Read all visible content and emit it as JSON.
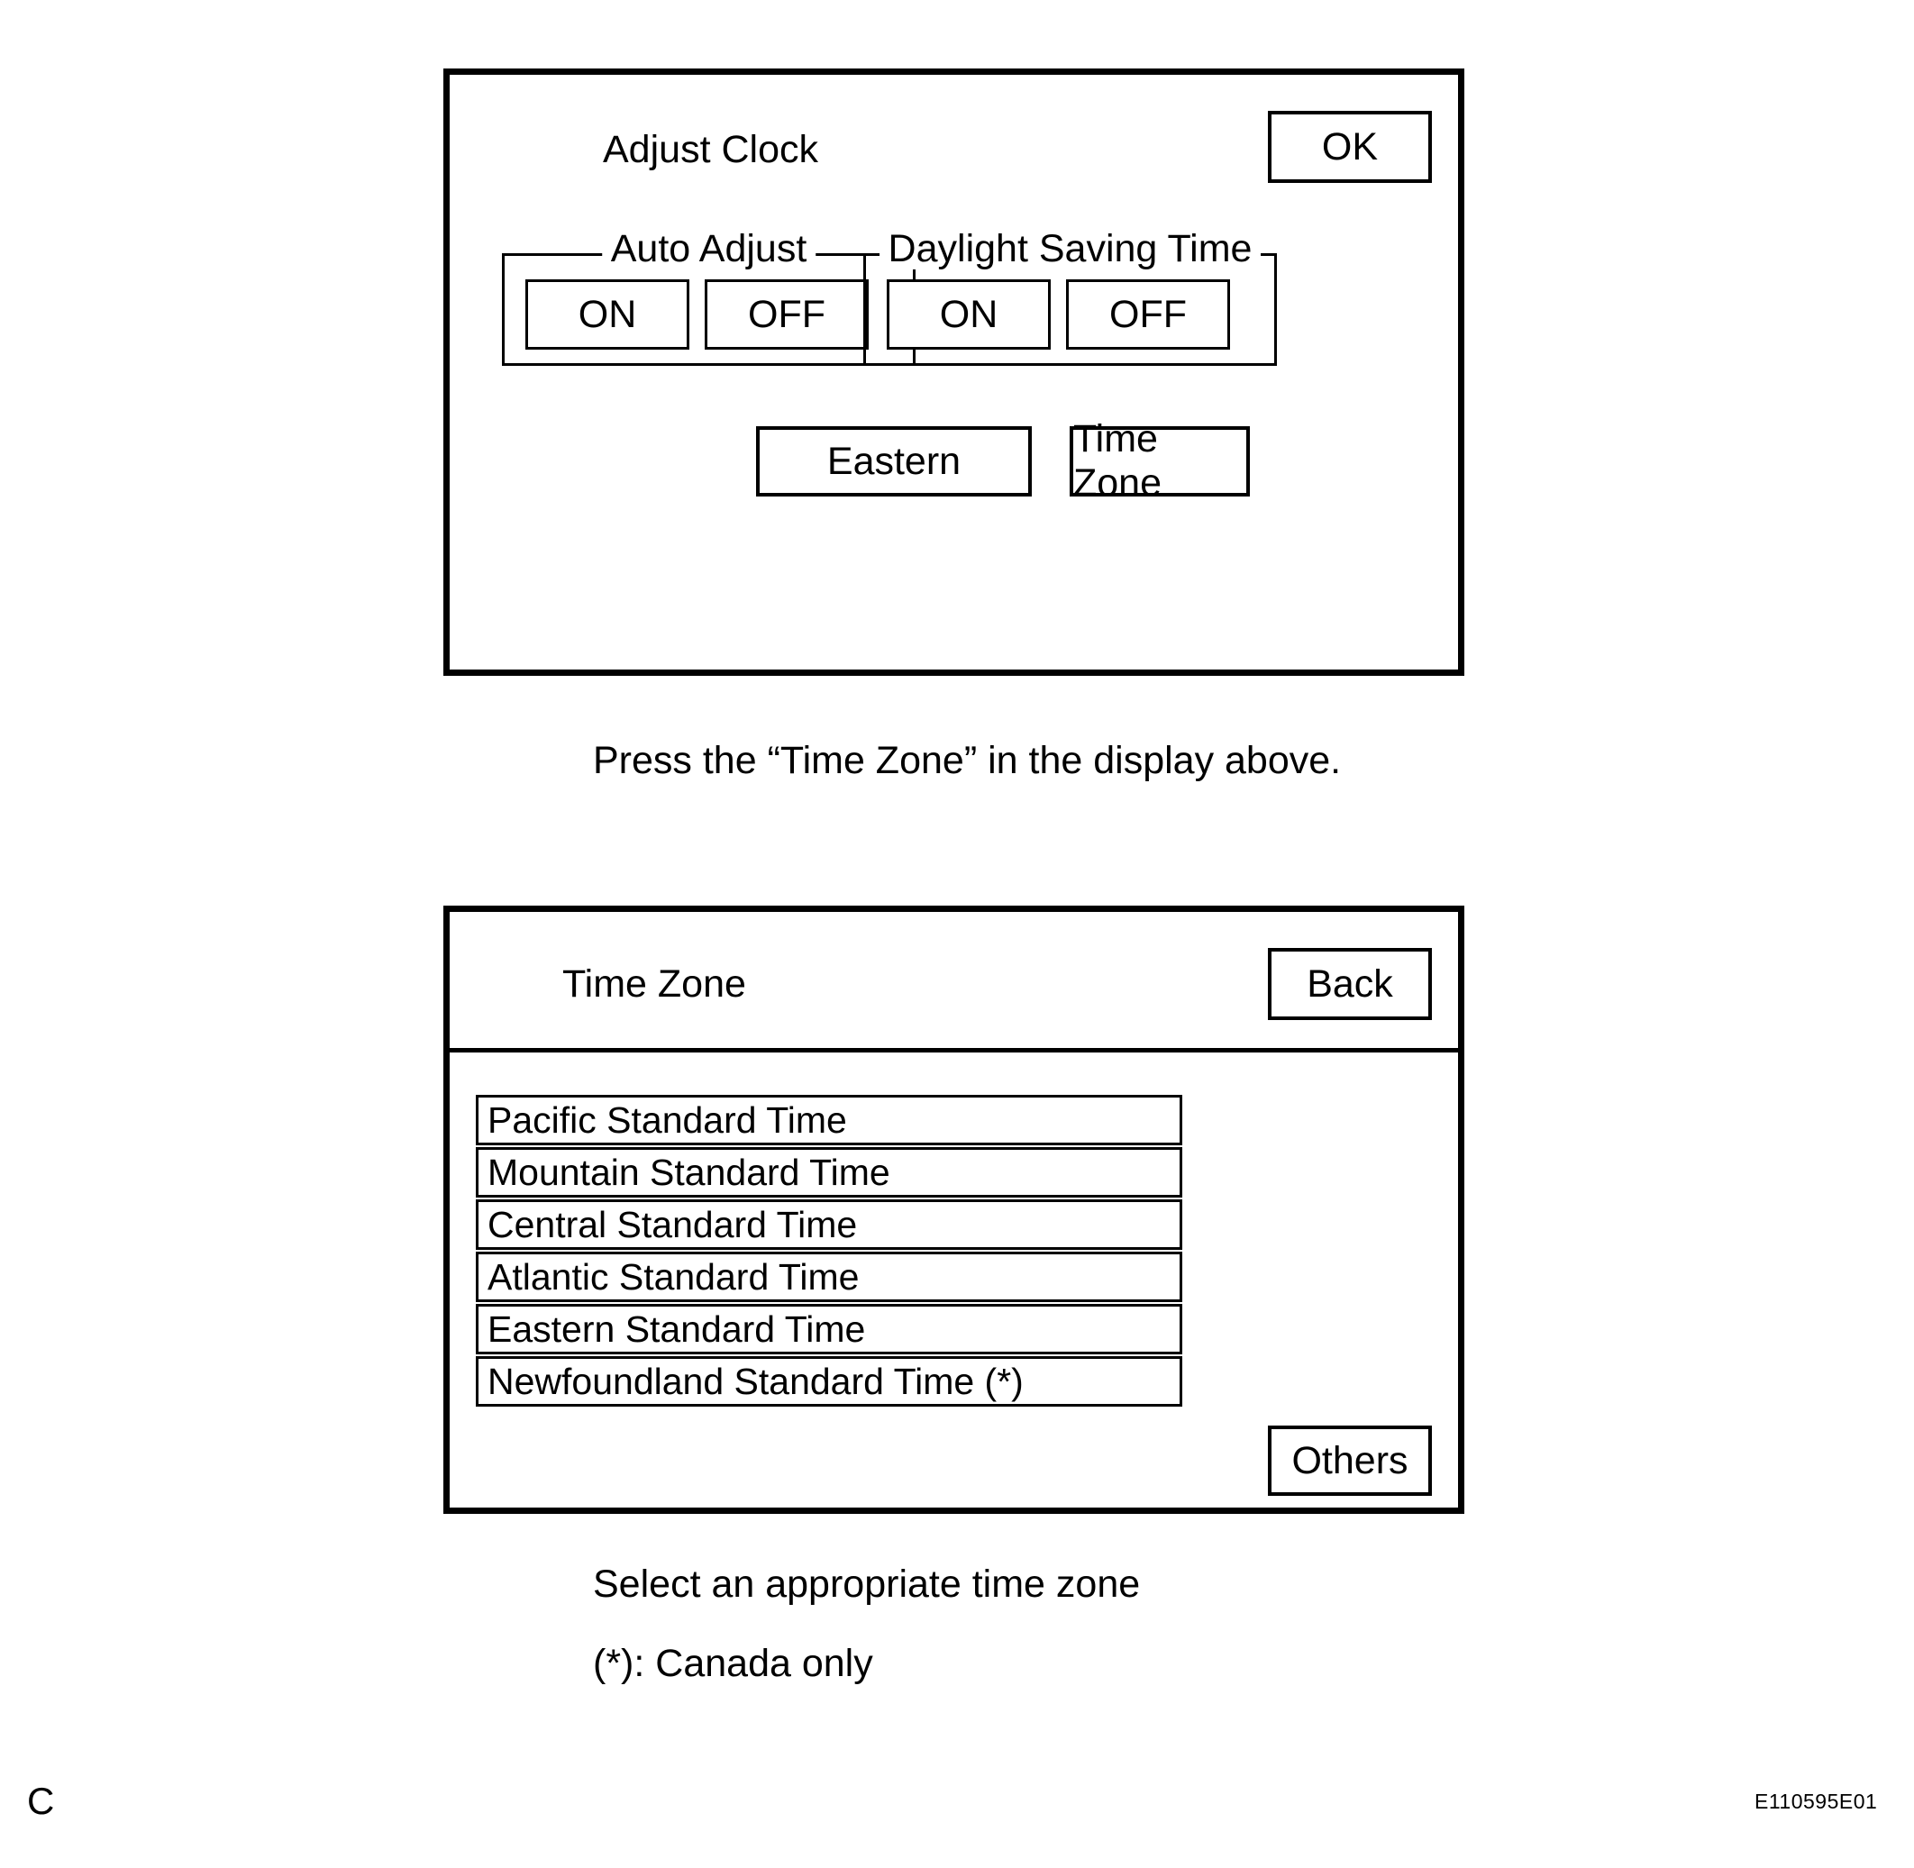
{
  "page": {
    "letter": "C",
    "figure_code": "E110595E01",
    "background_color": "#ffffff",
    "line_color": "#000000"
  },
  "adjust_clock_screen": {
    "title": "Adjust Clock",
    "ok_label": "OK",
    "auto_adjust": {
      "legend": "Auto Adjust",
      "on_label": "ON",
      "off_label": "OFF"
    },
    "daylight_saving_time": {
      "legend": "Daylight Saving Time",
      "on_label": "ON",
      "off_label": "OFF"
    },
    "current_zone_label": "Eastern",
    "time_zone_label": "Time Zone"
  },
  "caption_1": "Press the “Time Zone” in the display above.",
  "time_zone_screen": {
    "title": "Time Zone",
    "back_label": "Back",
    "others_label": "Others",
    "zones": [
      {
        "label": "Pacific Standard Time"
      },
      {
        "label": "Mountain Standard Time"
      },
      {
        "label": "Central Standard Time"
      },
      {
        "label": "Atlantic Standard Time"
      },
      {
        "label": "Eastern Standard Time"
      },
      {
        "label": "Newfoundland Standard Time (*)"
      }
    ]
  },
  "caption_2": "Select an appropriate time zone",
  "caption_3": "(*): Canada only"
}
